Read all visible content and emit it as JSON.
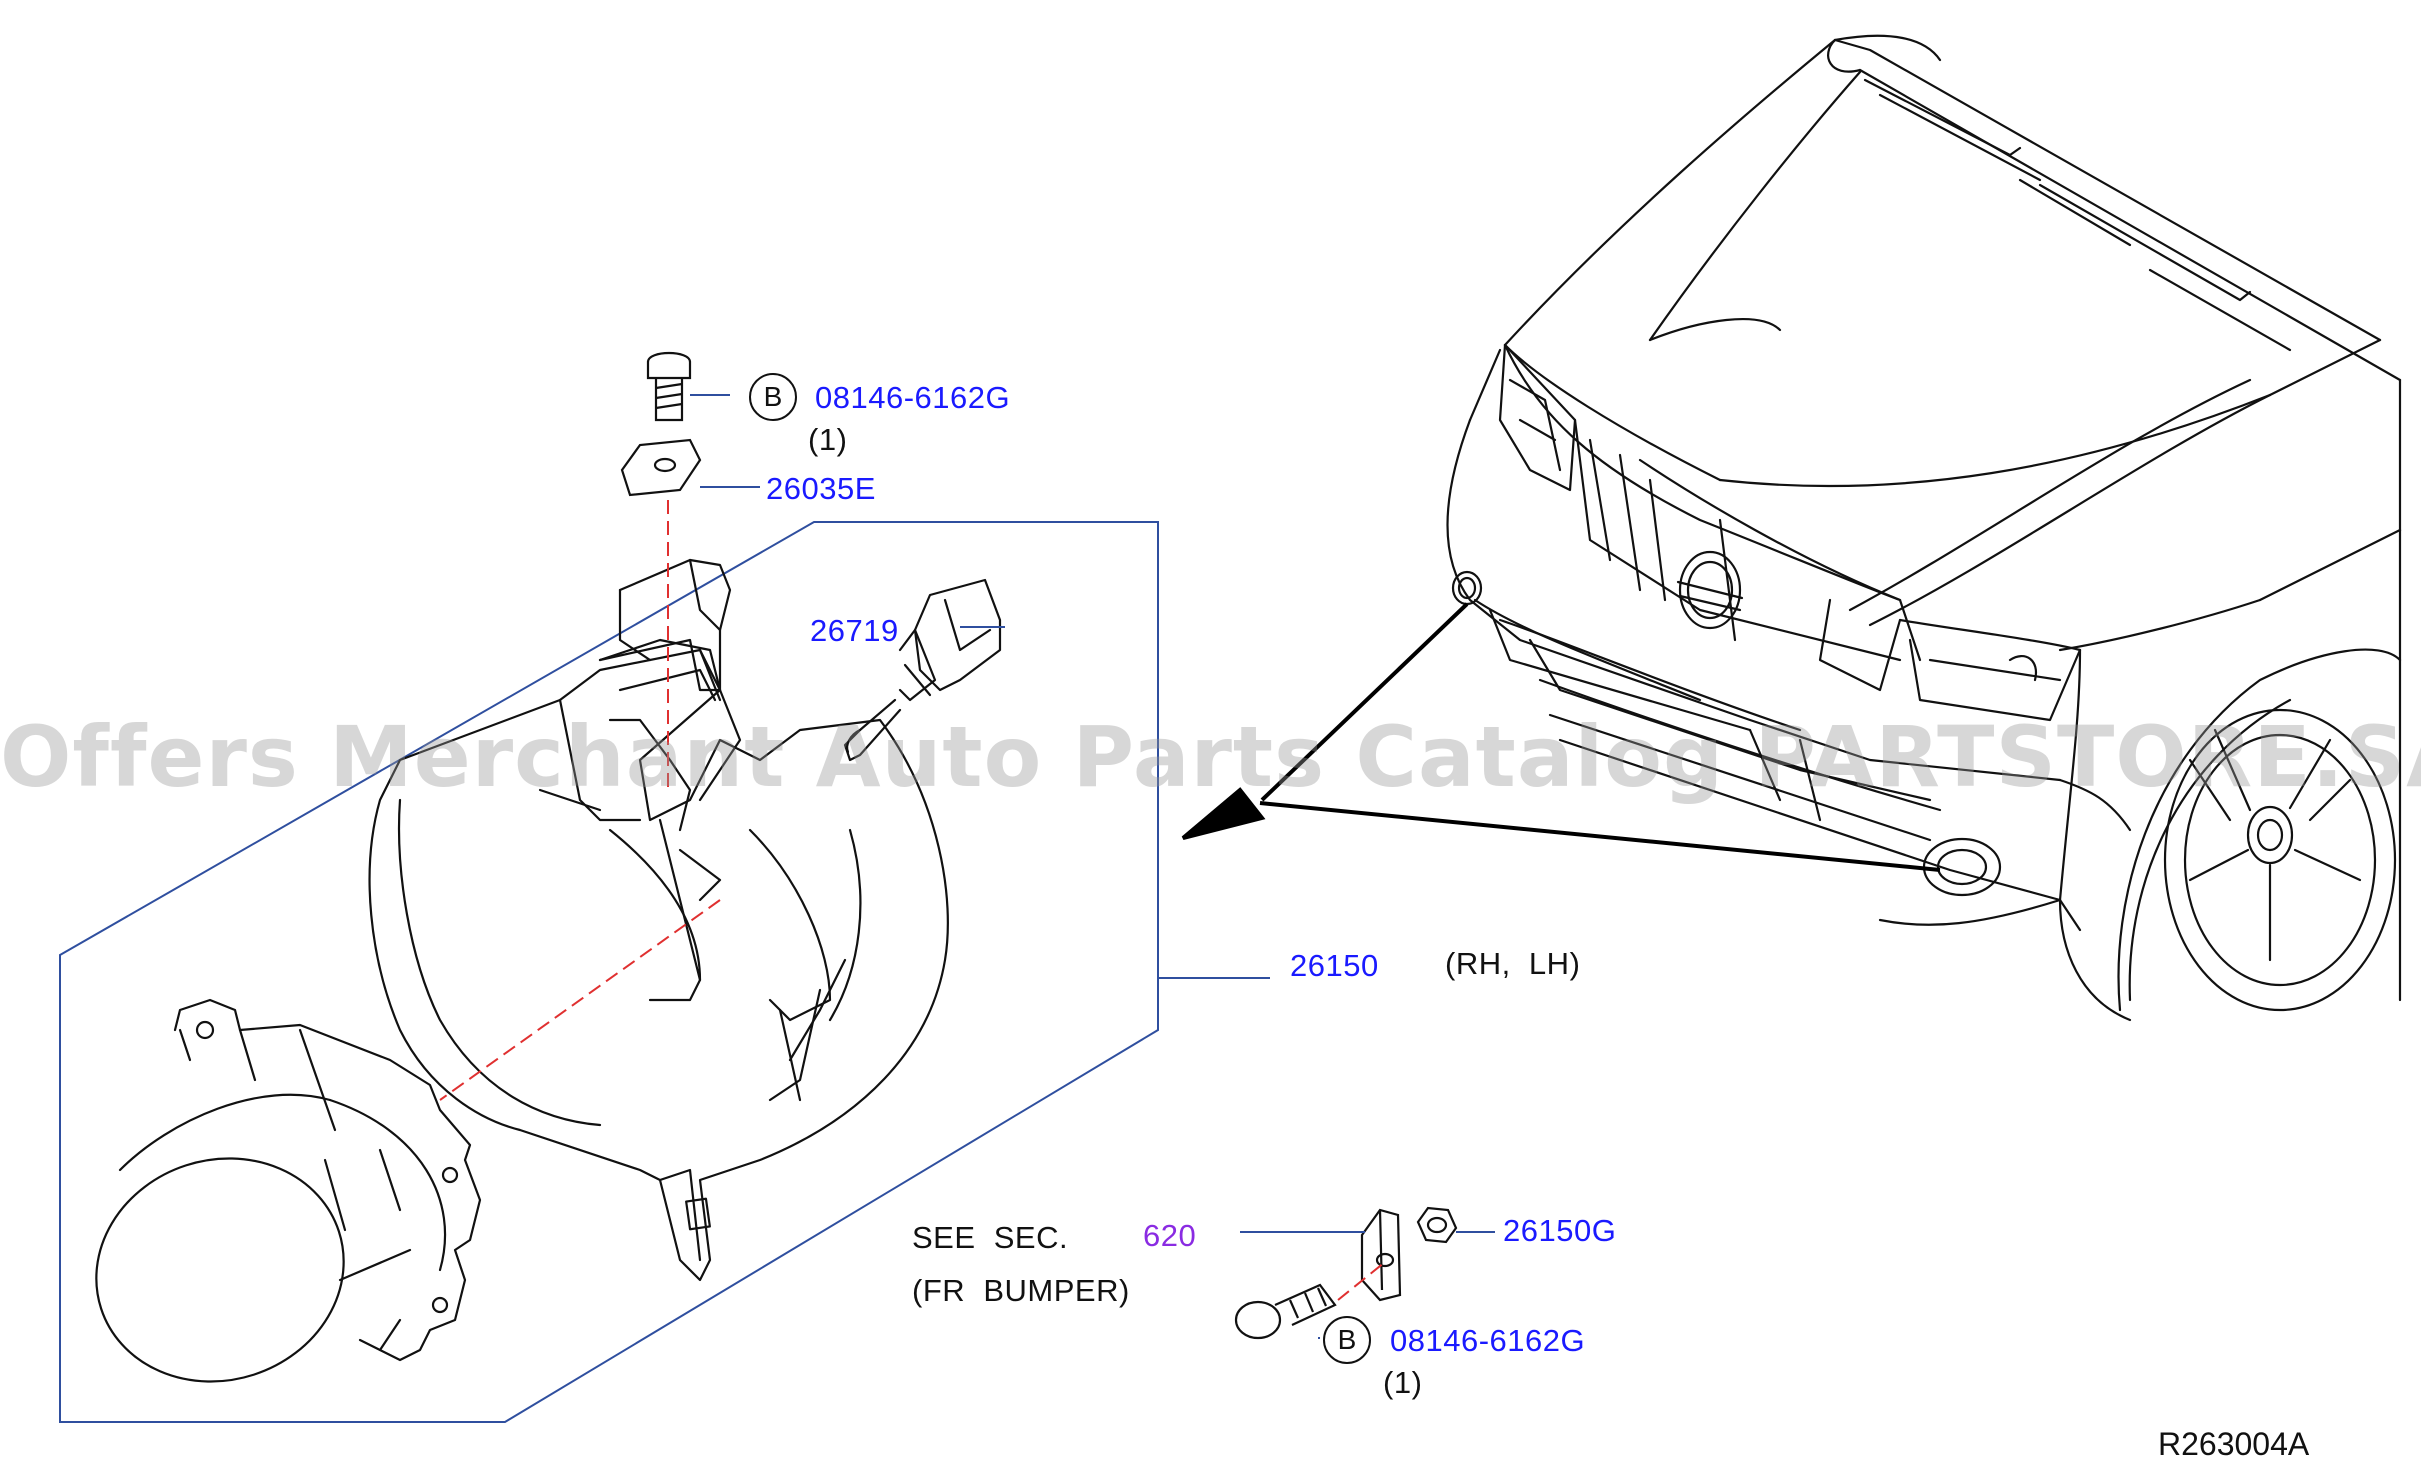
{
  "watermark": "Offers Merchant Auto Parts Catalog PARTSTORE.SA",
  "diagram_ref": "R263004A",
  "callouts": {
    "bolt_top": {
      "symbol": "B",
      "part_no": "08146-6162G",
      "qty": "(1)"
    },
    "clip_top": {
      "part_no": "26035E"
    },
    "bulb": {
      "part_no": "26719"
    },
    "fog_lamp": {
      "part_no": "26150",
      "note": "(RH,  LH)"
    },
    "see_section": {
      "prefix": "SEE  SEC.",
      "section": "620",
      "desc": "(FR  BUMPER)"
    },
    "nut": {
      "part_no": "26150G"
    },
    "bolt_bottom": {
      "symbol": "B",
      "part_no": "08146-6162G",
      "qty": "(1)"
    }
  },
  "colors": {
    "part_number": "#1a1aff",
    "section_link": "#8a2be2",
    "line": "#111111",
    "leader": "#2f4f9f",
    "center_line": "#e03030"
  }
}
